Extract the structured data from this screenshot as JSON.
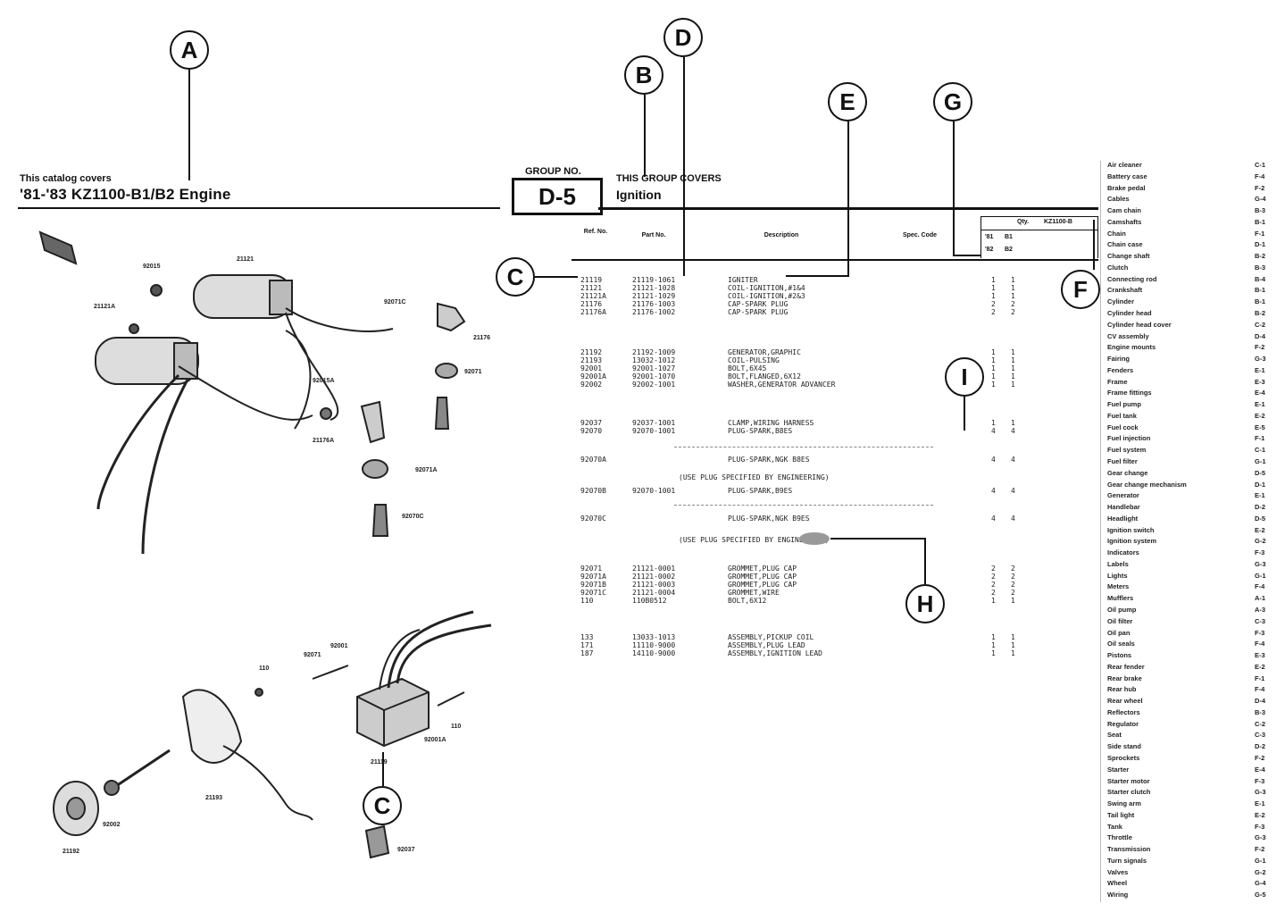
{
  "callouts": {
    "a": "A",
    "b": "B",
    "c_top": "C",
    "c_bottom": "C",
    "d": "D",
    "e": "E",
    "f": "F",
    "g": "G",
    "h": "H",
    "i": "I"
  },
  "header": {
    "covers_label": "This catalog covers",
    "engine_title": "'81-'83 KZ1100-B1/B2 Engine",
    "group_no_label": "GROUP NO.",
    "group_no": "D-5",
    "group_covers_label": "THIS GROUP COVERS",
    "group_name": "Ignition"
  },
  "table": {
    "headers": {
      "ref": "Ref. No.",
      "part": "Part No.",
      "desc": "Description",
      "code": "Spec. Code",
      "qty": "Qty.",
      "model": "KZ1100-B"
    },
    "model_years": [
      "'81",
      "'82"
    ],
    "model_codes": [
      "B1",
      "B2"
    ],
    "rows": [
      {
        "ref": "21119",
        "part": "21119-1061",
        "desc": "IGNITER",
        "q1": "1",
        "q2": "1"
      },
      {
        "ref": "21121",
        "part": "21121-1028",
        "desc": "COIL-IGNITION,#1&4",
        "q1": "1",
        "q2": "1"
      },
      {
        "ref": "21121A",
        "part": "21121-1029",
        "desc": "COIL-IGNITION,#2&3",
        "q1": "1",
        "q2": "1"
      },
      {
        "ref": "21176",
        "part": "21176-1003",
        "desc": "CAP-SPARK PLUG",
        "q1": "2",
        "q2": "2"
      },
      {
        "ref": "21176A",
        "part": "21176-1002",
        "desc": "CAP-SPARK PLUG",
        "q1": "2",
        "q2": "2"
      },
      {
        "ref": "21192",
        "part": "21192-1009",
        "desc": "GENERATOR,GRAPHIC",
        "q1": "1",
        "q2": "1"
      },
      {
        "ref": "21193",
        "part": "13032-1012",
        "desc": "COIL-PULSING",
        "q1": "1",
        "q2": "1"
      },
      {
        "ref": "92001",
        "part": "92001-1027",
        "desc": "BOLT,6X45",
        "q1": "1",
        "q2": "1"
      },
      {
        "ref": "92001A",
        "part": "92001-1070",
        "desc": "BOLT,FLANGED,6X12",
        "q1": "1",
        "q2": "1"
      },
      {
        "ref": "92002",
        "part": "92002-1001",
        "desc": "WASHER,GENERATOR ADVANCER",
        "q1": "1",
        "q2": "1"
      },
      {
        "ref": "92037",
        "part": "92037-1001",
        "desc": "CLAMP,WIRING HARNESS",
        "q1": "1",
        "q2": "1"
      },
      {
        "ref": "92070",
        "part": "92070-1001",
        "desc": "PLUG-SPARK,B8ES",
        "q1": "4",
        "q2": "4"
      },
      {
        "ref": "92070A",
        "part": "",
        "desc": "PLUG-SPARK,NGK B8ES",
        "q1": "4",
        "q2": "4"
      },
      {
        "ref": "92070B",
        "part": "92070-1001",
        "desc": "PLUG-SPARK,B9ES",
        "q1": "4",
        "q2": "4"
      },
      {
        "ref": "92070C",
        "part": "",
        "desc": "PLUG-SPARK,NGK B9ES",
        "q1": "4",
        "q2": "4"
      },
      {
        "ref": "92071",
        "part": "21121-0001",
        "desc": "GROMMET,PLUG CAP",
        "q1": "2",
        "q2": "2"
      },
      {
        "ref": "92071A",
        "part": "21121-0002",
        "desc": "GROMMET,PLUG CAP",
        "q1": "2",
        "q2": "2"
      },
      {
        "ref": "92071B",
        "part": "21121-0003",
        "desc": "GROMMET,PLUG CAP",
        "q1": "2",
        "q2": "2"
      },
      {
        "ref": "92071C",
        "part": "21121-0004",
        "desc": "GROMMET,WIRE",
        "q1": "2",
        "q2": "2"
      },
      {
        "ref": "110",
        "part": "110B0512",
        "desc": "BOLT,6X12",
        "q1": "1",
        "q2": "1"
      },
      {
        "ref": "133",
        "part": "13033-1013",
        "desc": "ASSEMBLY,PICKUP COIL",
        "q1": "1",
        "q2": "1"
      },
      {
        "ref": "171",
        "part": "11110-9000",
        "desc": "ASSEMBLY,PLUG LEAD",
        "q1": "1",
        "q2": "1"
      },
      {
        "ref": "187",
        "part": "14110-9000",
        "desc": "ASSEMBLY,IGNITION LEAD",
        "q1": "1",
        "q2": "1"
      }
    ],
    "notes": [
      "(USE PLUG SPECIFIED BY ENGINEERING)",
      "(USE PLUG SPECIFIED BY ENGINEERING)"
    ]
  },
  "diagram_labels": {
    "upper": [
      "92015",
      "21121",
      "21121A",
      "92071C",
      "21176",
      "92071",
      "92015A",
      "21176A",
      "92071A",
      "92070C"
    ],
    "lower": [
      "110",
      "92071",
      "92001",
      "21119",
      "92001A",
      "110",
      "21193",
      "92037",
      "21192",
      "92002"
    ]
  },
  "index": {
    "names": [
      "Air cleaner",
      "Battery case",
      "Brake pedal",
      "Cables",
      "Cam chain",
      "Camshafts",
      "Chain",
      "Chain case",
      "Change shaft",
      "Clutch",
      "Connecting rod",
      "Crankshaft",
      "Cylinder",
      "Cylinder head",
      "Cylinder head cover",
      "CV assembly",
      "Engine mounts",
      "Fairing",
      "Fenders",
      "Frame",
      "Frame fittings",
      "Fuel pump",
      "Fuel tank",
      "Fuel cock",
      "Fuel injection",
      "Fuel system",
      "Fuel filter",
      "Gear change",
      "Gear change mechanism",
      "Generator",
      "Handlebar",
      "Headlight",
      "Ignition switch",
      "Ignition system",
      "Indicators",
      "Labels",
      "Lights",
      "Meters",
      "Mufflers",
      "Oil pump",
      "Oil filter",
      "Oil pan",
      "Oil seals",
      "Pistons",
      "Rear fender",
      "Rear brake",
      "Rear hub",
      "Rear wheel",
      "Reflectors",
      "Regulator",
      "Seat",
      "Side stand",
      "Sprockets",
      "Starter",
      "Starter motor",
      "Starter clutch",
      "Swing arm",
      "Tail light",
      "Tank",
      "Throttle",
      "Transmission",
      "Turn signals",
      "Valves",
      "Wheel",
      "Wiring"
    ],
    "codes": [
      "C-1",
      "F-4",
      "F-2",
      "G-4",
      "B-3",
      "B-1",
      "F-1",
      "D-1",
      "B-2",
      "B-3",
      "B-4",
      "B-1",
      "B-1",
      "B-2",
      "C-2",
      "D-4",
      "F-2",
      "G-3",
      "E-1",
      "E-3",
      "E-4",
      "E-1",
      "E-2",
      "E-5",
      "F-1",
      "C-1",
      "G-1",
      "D-5",
      "D-1",
      "E-1",
      "D-2",
      "D-5",
      "E-2",
      "G-2",
      "F-3",
      "G-3",
      "G-1",
      "F-4",
      "A-1",
      "A-3",
      "C-3",
      "F-3",
      "F-4",
      "E-3",
      "E-2",
      "F-1",
      "F-4",
      "D-4",
      "B-3",
      "C-2",
      "C-3",
      "D-2",
      "F-2",
      "E-4",
      "F-3",
      "G-3",
      "E-1",
      "E-2",
      "F-3",
      "G-3",
      "F-2",
      "G-1",
      "G-2",
      "G-4",
      "G-5"
    ]
  }
}
